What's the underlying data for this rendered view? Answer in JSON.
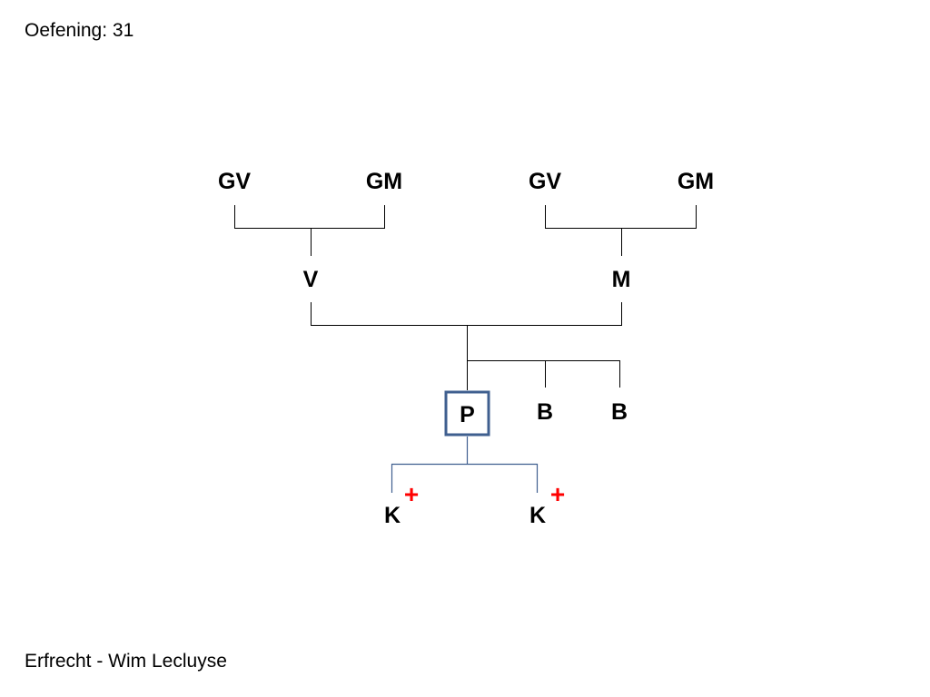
{
  "slide": {
    "title": "Oefening: 31",
    "footer": "Erfrecht - Wim Lecluyse"
  },
  "tree": {
    "paternal_grandfather": "GV",
    "paternal_grandmother": "GM",
    "maternal_grandfather": "GV",
    "maternal_grandmother": "GM",
    "father": "V",
    "mother": "M",
    "person": "P",
    "brother_1": "B",
    "brother_2": "B",
    "child_1": "K",
    "child_2": "K",
    "deceased_mark": "+"
  },
  "colors": {
    "text": "#000000",
    "focus_border": "#3f5f8f",
    "deceased_mark": "#ff0000"
  }
}
